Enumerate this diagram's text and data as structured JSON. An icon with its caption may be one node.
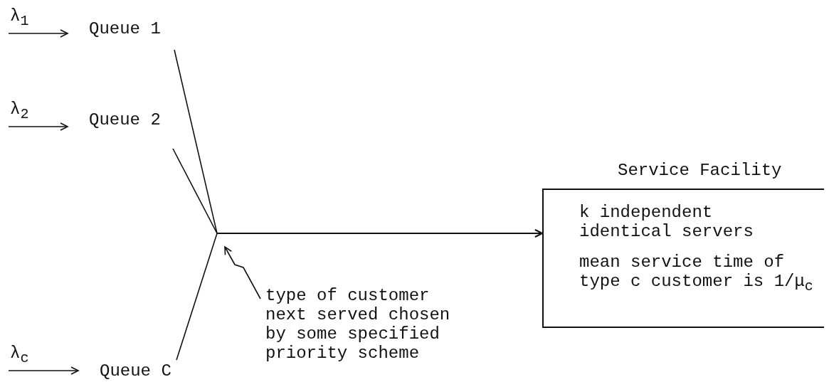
{
  "diagram": {
    "nodes": [
      {
        "text": [
          "Queue 1"
        ]
      },
      {
        "text": [
          "Queue 2"
        ]
      },
      {
        "text": [
          "Queue C"
        ]
      },
      {
        "text": [
          "Service Facility",
          "k independent identical servers",
          "mean service time of type c customer is 1/μ$_{c}$"
        ]
      },
      {
        "text": [
          "type of customer next served chosen by some specified priority scheme"
        ]
      }
    ],
    "edges": [
      {
        "from": null,
        "to": 0,
        "arrow": "to",
        "label": "λ$_{1}$"
      },
      {
        "from": null,
        "to": 1,
        "arrow": "to",
        "label": "λ$_{2}$"
      },
      {
        "from": null,
        "to": 2,
        "arrow": "to",
        "label": "λ$_{c}$"
      },
      {
        "from": 0,
        "to": 3,
        "arrow": "to"
      },
      {
        "from": 1,
        "to": 3,
        "arrow": "to"
      },
      {
        "from": 2,
        "to": 3,
        "arrow": "to"
      },
      {
        "from": 4,
        "to": null,
        "arrow": "to"
      }
    ]
  }
}
